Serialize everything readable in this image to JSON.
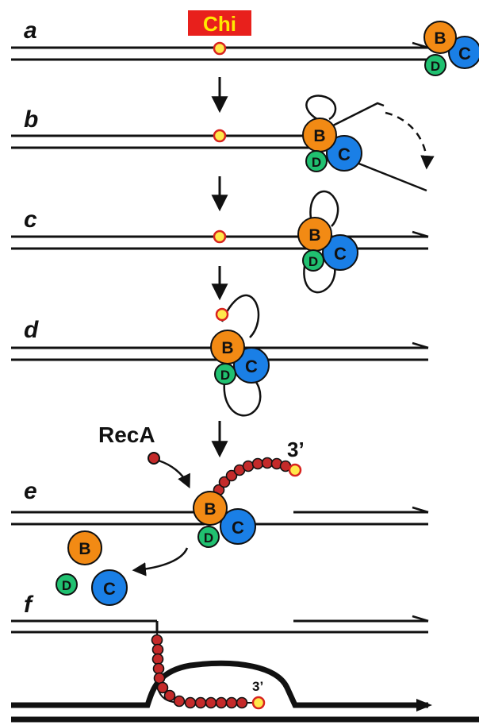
{
  "chi_label": "Chi",
  "panels": [
    "a",
    "b",
    "c",
    "d",
    "e",
    "f"
  ],
  "subunits": {
    "b": "B",
    "c": "C",
    "d": "D"
  },
  "recA_label": "RecA",
  "three_prime": "3’",
  "three_prime_small": "3’",
  "colors": {
    "recB": "#f28a14",
    "recC": "#1a7fe6",
    "recD": "#20c070",
    "chi_fill": "#ffe84a",
    "chi_stroke": "#d8231f",
    "chi_box": "#e8201c",
    "recA": "#c42a2a",
    "dna": "#111111"
  }
}
